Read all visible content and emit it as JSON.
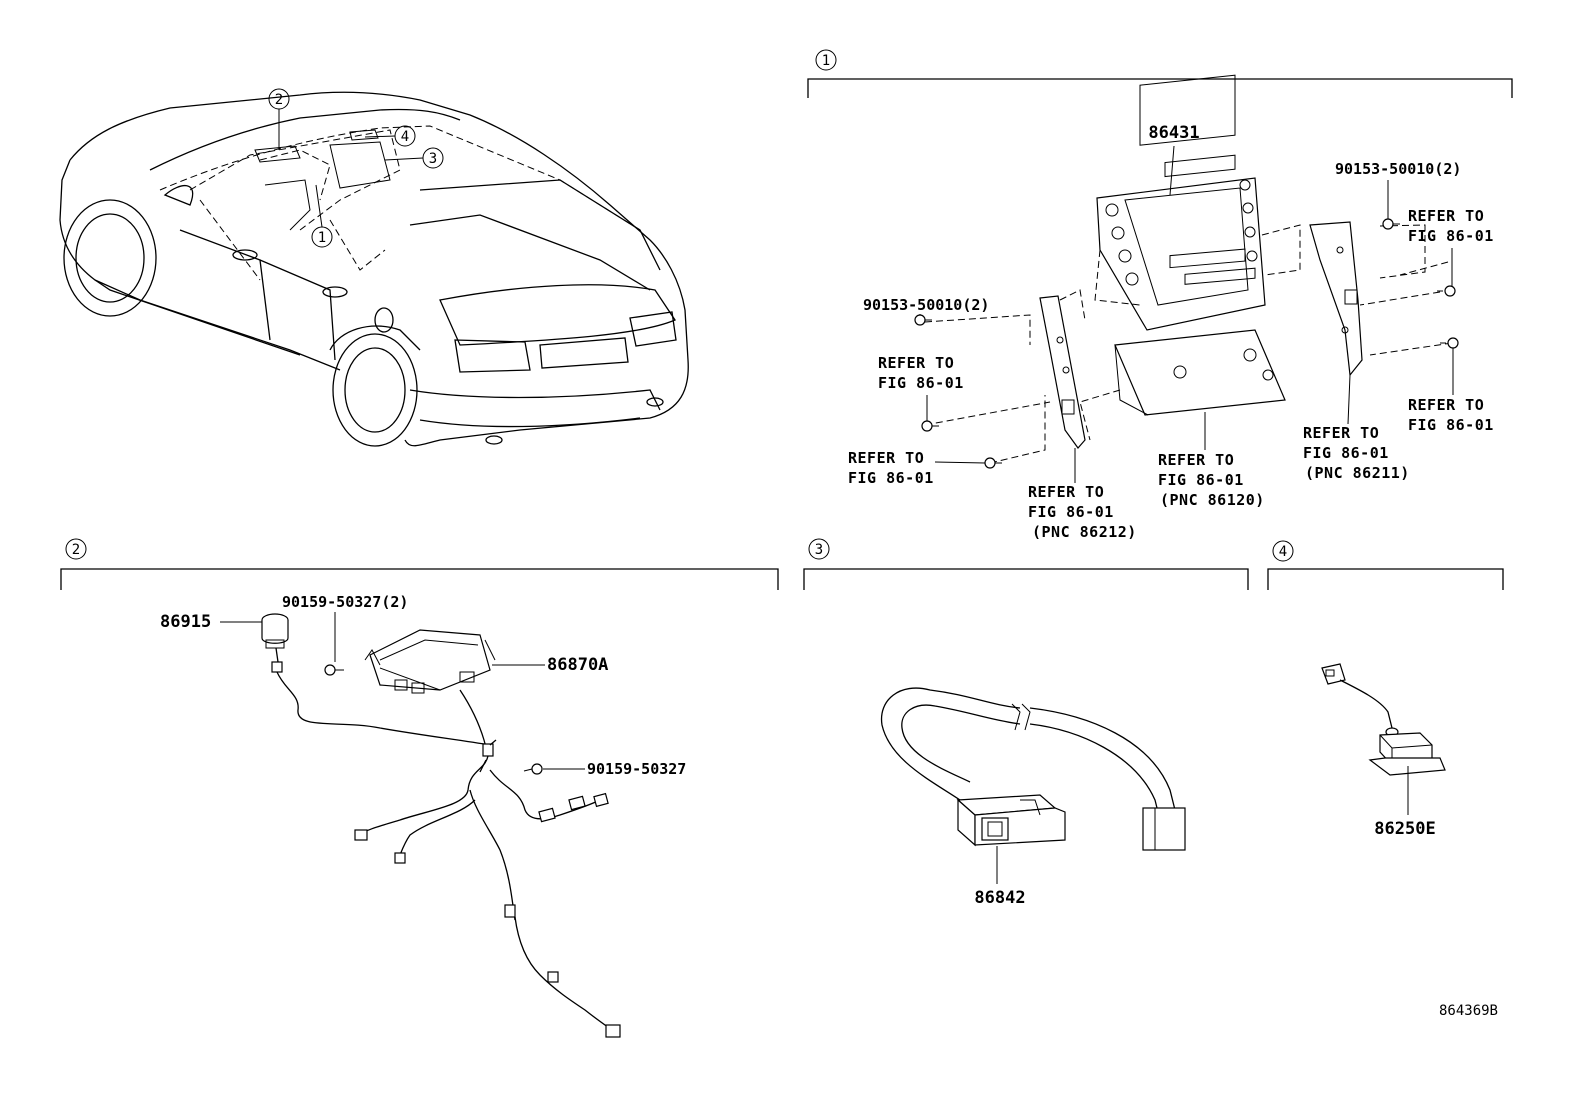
{
  "sections": {
    "s1": {
      "label": "1"
    },
    "s2": {
      "label": "2"
    },
    "s3": {
      "label": "3"
    },
    "s4": {
      "label": "4"
    }
  },
  "car_callouts": [
    "1",
    "2",
    "3",
    "4"
  ],
  "section1": {
    "display_part": "86431",
    "bolt_right": "90153-50010(2)",
    "bolt_left": "90153-50010(2)",
    "ref_right_top": [
      "REFER TO",
      "FIG 86-01"
    ],
    "ref_left_mid": [
      "REFER TO",
      "FIG 86-01"
    ],
    "ref_right_mid": [
      "REFER TO",
      "FIG 86-01"
    ],
    "ref_left_low": [
      "REFER TO",
      "FIG 86-01"
    ],
    "ref_bracket_left": [
      "REFER TO",
      "FIG 86-01",
      "(PNC 86212)"
    ],
    "ref_unit": [
      "REFER TO",
      "FIG 86-01",
      "(PNC 86120)"
    ],
    "ref_bracket_right": [
      "REFER TO",
      "FIG 86-01",
      "(PNC 86211)"
    ]
  },
  "section2": {
    "mic_part": "86915",
    "screw_pair": "90159-50327(2)",
    "amp_part": "86870A",
    "screw_single": "90159-50327"
  },
  "section3": {
    "cable_part": "86842"
  },
  "section4": {
    "sensor_part": "86250E"
  },
  "diagram_number": "864369B",
  "icons": [
    "bolt-icon",
    "screw-icon",
    "connector-icon"
  ]
}
